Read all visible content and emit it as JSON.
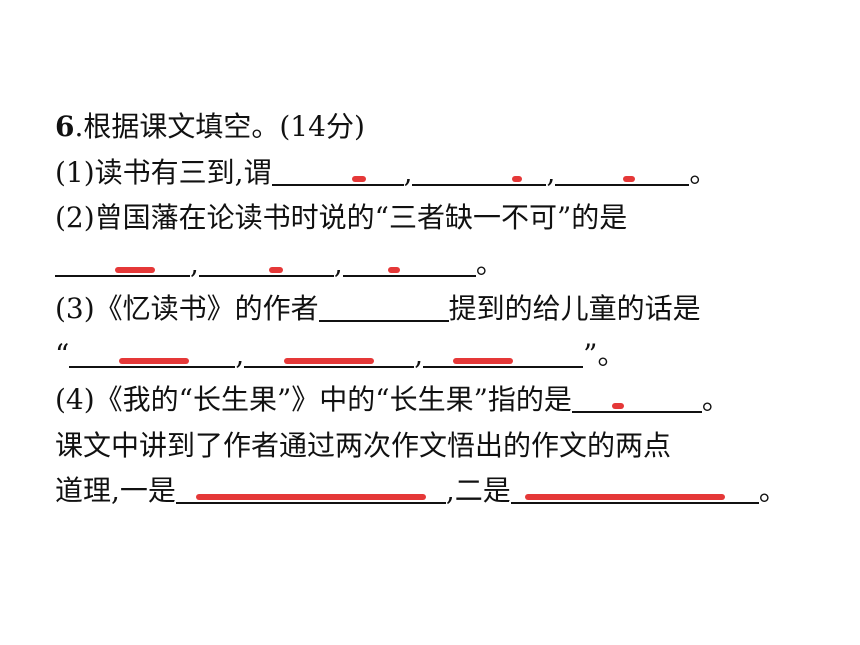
{
  "question": {
    "number": "6",
    "title": ".根据课文填空。(14分)"
  },
  "items": {
    "q1": {
      "label": "(1)读书有三到,谓",
      "sep1": ",",
      "sep2": ",",
      "end": "。"
    },
    "q2": {
      "label": "(2)曾国藩在论读书时说的“三者缺一不可”的是",
      "sep1": ",",
      "sep2": ",",
      "end": "。"
    },
    "q3": {
      "label": "(3)《忆读书》的作者",
      "mid": "提到的给儿童的话是",
      "open_quote": "“",
      "sep1": ",",
      "sep2": ",",
      "end": "”。"
    },
    "q4": {
      "label": "(4)《我的“长生果”》中的“长生果”指的是",
      "end": "。",
      "line2": "课文中讲到了作者通过两次作文悟出的作文的两点",
      "line3_a": "道理,一是",
      "line3_b": ",二是",
      "line3_end": "。"
    }
  },
  "colors": {
    "text": "#111111",
    "answer_ink": "#e01515"
  }
}
